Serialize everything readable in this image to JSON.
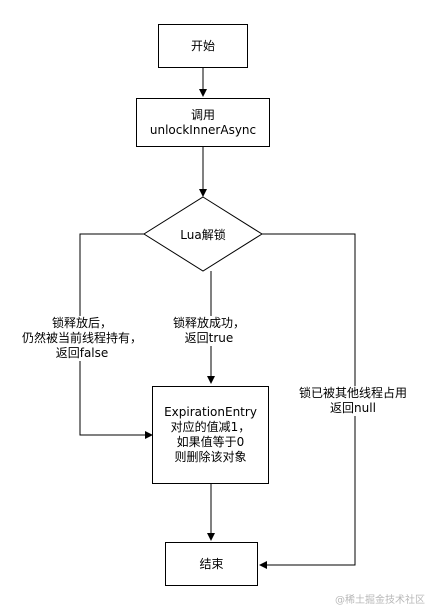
{
  "nodes": {
    "start": {
      "text": "开始"
    },
    "call": {
      "line1": "调用",
      "line2": "unlockInnerAsync"
    },
    "decision": {
      "text": "Lua解锁"
    },
    "process": {
      "line1": "ExpirationEntry",
      "line2": "对应的值减1，",
      "line3": "如果值等于0",
      "line4": "则删除该对象"
    },
    "end": {
      "text": "结束"
    }
  },
  "edges": {
    "left": {
      "line1": "锁释放后，",
      "line2": "仍然被当前线程持有，",
      "line3": "返回false"
    },
    "middle": {
      "line1": "锁释放成功，",
      "line2": "返回true"
    },
    "right": {
      "line1": "锁已被其他线程占用",
      "line2": "返回null"
    }
  },
  "watermark": "@稀土掘金技术社区",
  "colors": {
    "stroke": "#000000",
    "background": "#ffffff",
    "watermark": "#b8b8b8"
  }
}
